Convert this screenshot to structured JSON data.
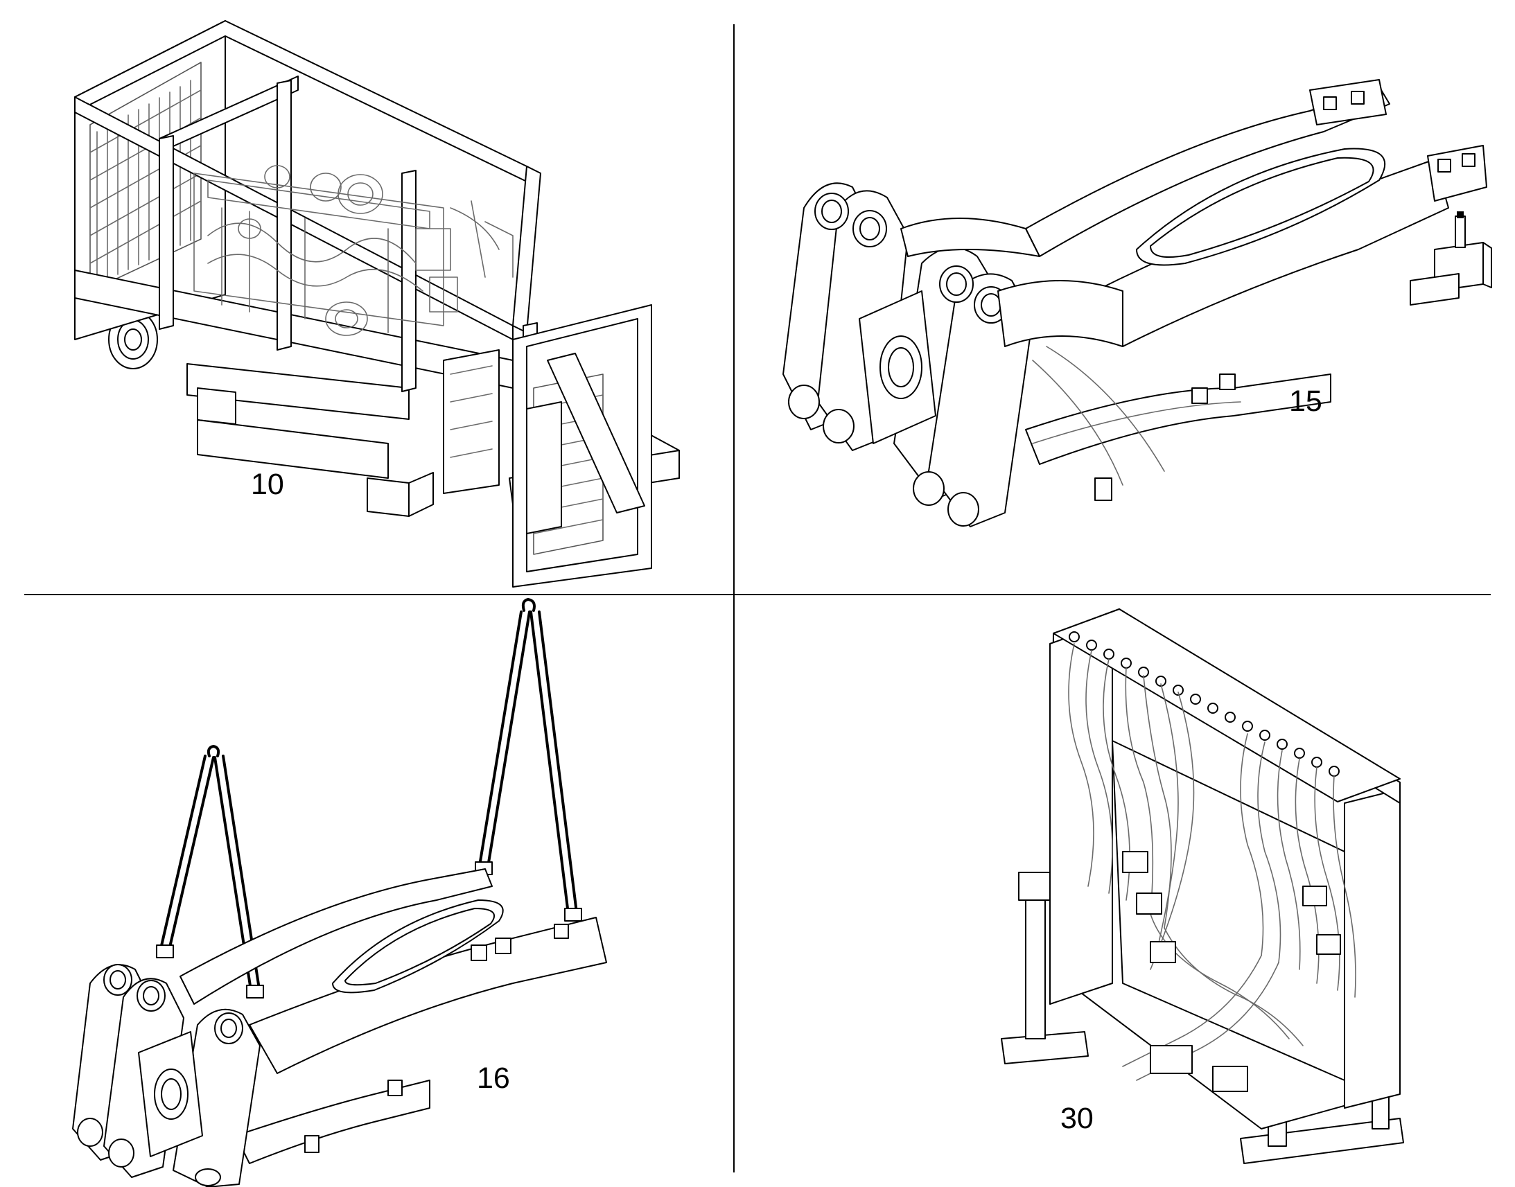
{
  "panels": [
    {
      "id": "top-left",
      "callout": "10"
    },
    {
      "id": "top-right",
      "callout": "15"
    },
    {
      "id": "bottom-left",
      "callout": "16"
    },
    {
      "id": "bottom-right",
      "callout": "30"
    }
  ],
  "colors": {
    "background": "#ffffff",
    "line": "#000000",
    "detail_line": "#6a6a6a"
  }
}
